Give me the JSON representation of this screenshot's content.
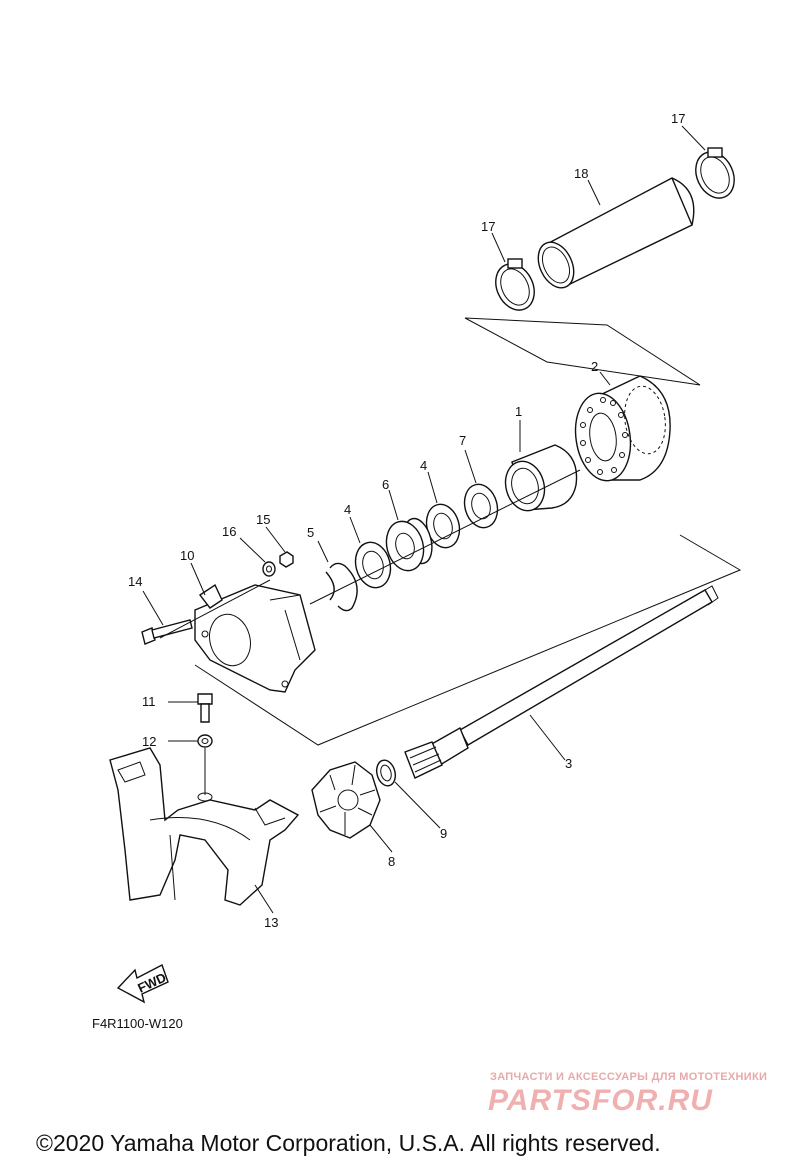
{
  "callouts": {
    "c1": "1",
    "c2": "2",
    "c3": "3",
    "c4a": "4",
    "c4b": "4",
    "c5": "5",
    "c6": "6",
    "c7": "7",
    "c8": "8",
    "c9": "9",
    "c10": "10",
    "c11": "11",
    "c12": "12",
    "c13": "13",
    "c14": "14",
    "c15": "15",
    "c16": "16",
    "c17a": "17",
    "c17b": "17",
    "c18": "18"
  },
  "fwd_label": "FWD",
  "diagram_code": "F4R1100-W120",
  "watermark": {
    "tagline": "ЗАПЧАСТИ И АКСЕССУАРЫ ДЛЯ МОТОТЕХНИКИ",
    "logo": "PARTSFOR.RU"
  },
  "copyright": "©2020 Yamaha Motor Corporation, U.S.A. All rights reserved."
}
